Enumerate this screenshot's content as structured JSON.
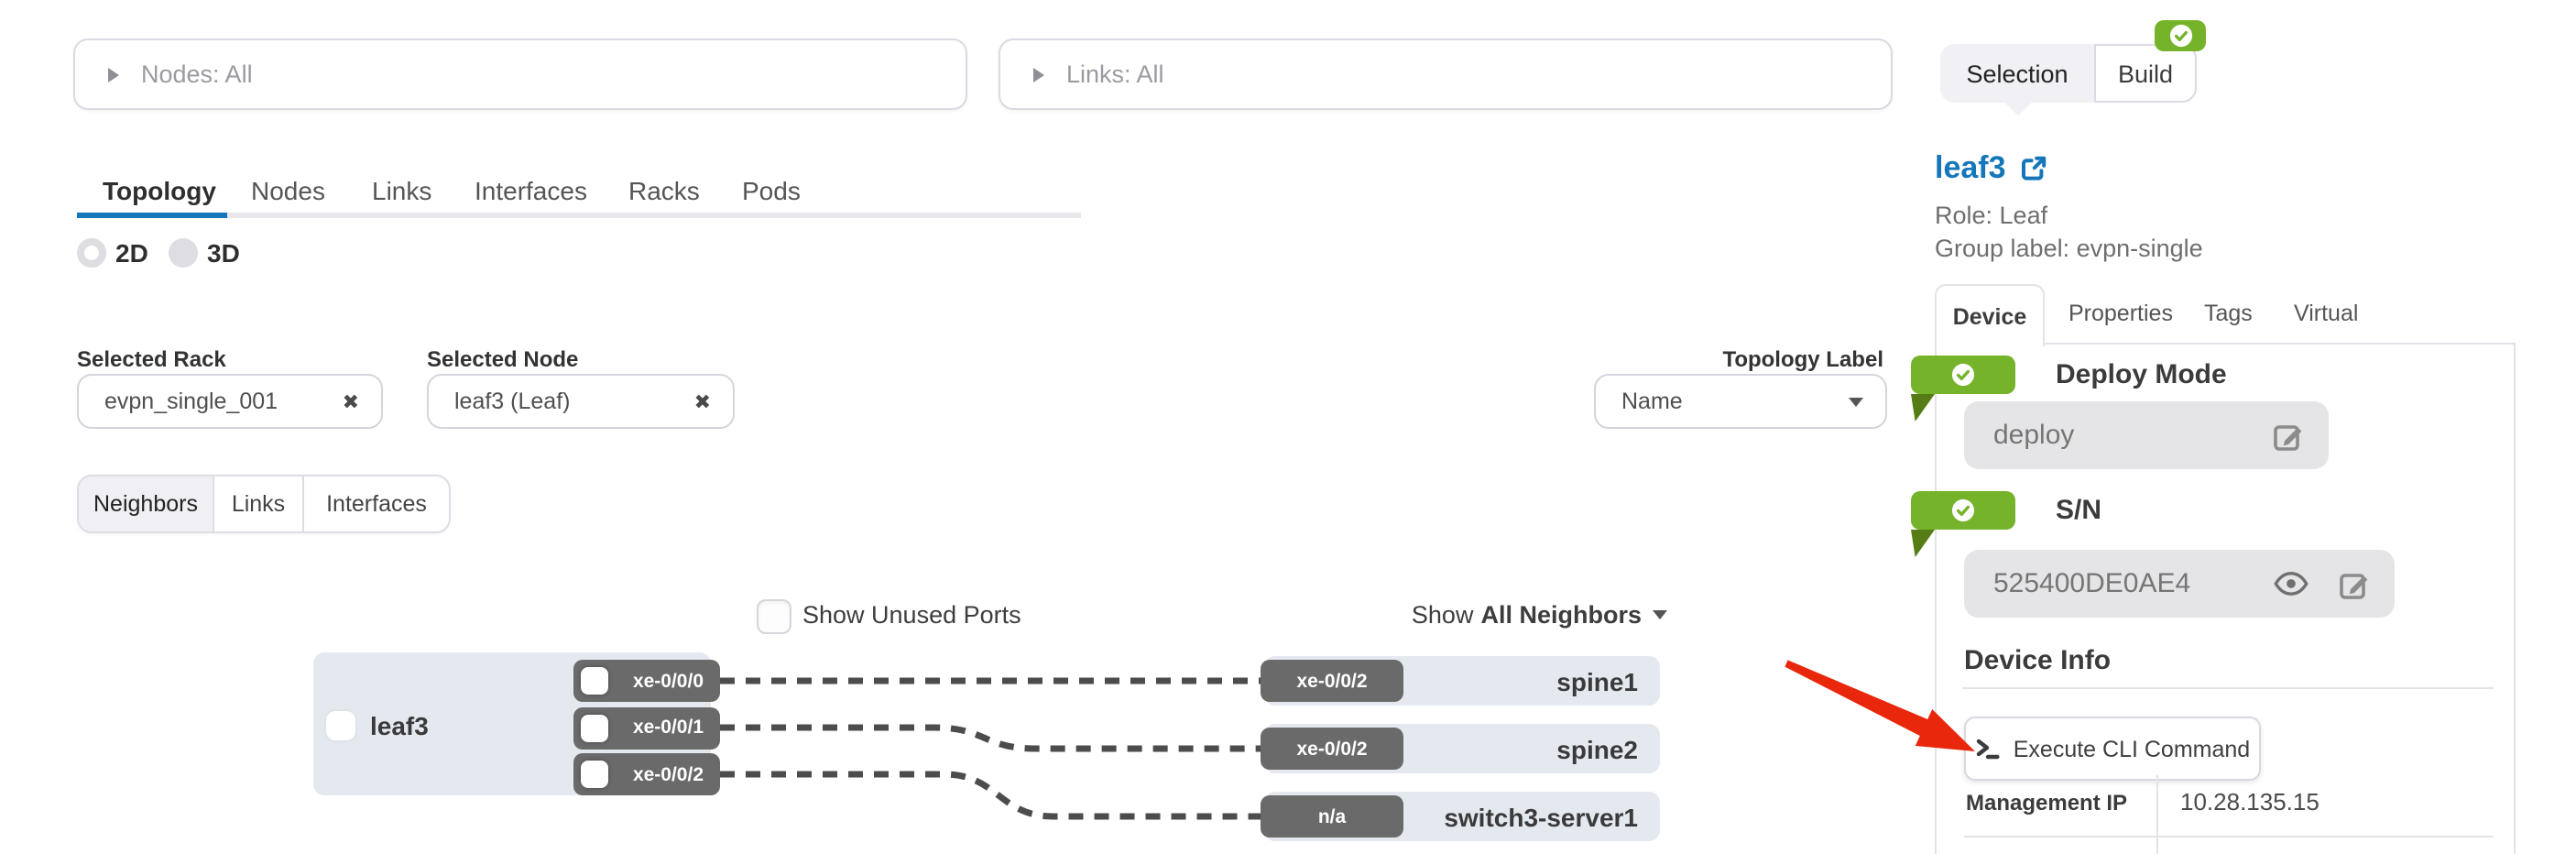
{
  "filters": {
    "nodes": "Nodes: All",
    "links": "Links: All"
  },
  "selection_tabs": {
    "selection": "Selection",
    "build": "Build"
  },
  "node_summary": {
    "name": "leaf3",
    "role": "Role: Leaf",
    "group_label": "Group label: evpn-single"
  },
  "device_tabs": {
    "device": "Device",
    "properties": "Properties",
    "tags": "Tags",
    "virtual": "Virtual"
  },
  "deploy_mode": {
    "heading": "Deploy Mode",
    "value": "deploy"
  },
  "serial": {
    "heading": "S/N",
    "value": "525400DE0AE4"
  },
  "device_info": {
    "heading": "Device Info",
    "execute_cli": "Execute CLI Command",
    "management_ip_label": "Management IP",
    "management_ip_value": "10.28.135.15"
  },
  "main_tabs": {
    "topology": "Topology",
    "nodes": "Nodes",
    "links": "Links",
    "interfaces": "Interfaces",
    "racks": "Racks",
    "pods": "Pods"
  },
  "view_toggle": {
    "d2": "2D",
    "d3": "3D"
  },
  "selected_rack": {
    "label": "Selected Rack",
    "value": "evpn_single_001"
  },
  "selected_node": {
    "label": "Selected Node",
    "value": "leaf3 (Leaf)"
  },
  "topology_label": {
    "label": "Topology Label",
    "value": "Name"
  },
  "neighbor_tabs": {
    "neighbors": "Neighbors",
    "links": "Links",
    "interfaces": "Interfaces"
  },
  "toolbar": {
    "show_unused_ports": "Show Unused Ports",
    "show_prefix": "Show",
    "show_filter": "All Neighbors"
  },
  "diagram": {
    "source": {
      "name": "leaf3",
      "ports": [
        "xe-0/0/0",
        "xe-0/0/1",
        "xe-0/0/2"
      ]
    },
    "neighbors": [
      {
        "port": "xe-0/0/2",
        "name": "spine1"
      },
      {
        "port": "xe-0/0/2",
        "name": "spine2"
      },
      {
        "port": "n/a",
        "name": "switch3-server1"
      }
    ]
  },
  "icons": {
    "clear_x": "✖"
  },
  "colors": {
    "accent_green": "#75b32b",
    "accent_green_dark": "#567d15",
    "accent_blue": "#1577ba",
    "arrow_red": "#e8270c",
    "chip_gray": "#6a6a6a",
    "node_fill": "#e4e9f0"
  }
}
